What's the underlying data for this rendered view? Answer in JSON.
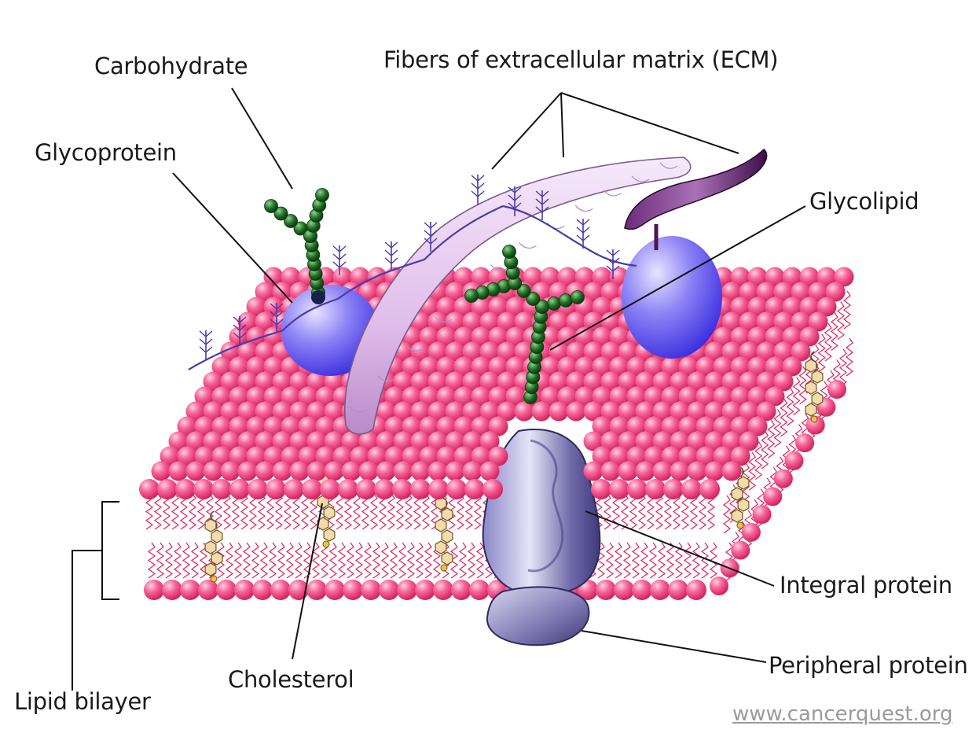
{
  "labels": {
    "carbohydrate": "Carbohydrate",
    "ecm": "Fibers of extracellular matrix (ECM)",
    "glycoprotein": "Glycoprotein",
    "glycolipid": "Glycolipid",
    "integral_protein": "Integral protein",
    "peripheral_protein": "Peripheral protein",
    "cholesterol": "Cholesterol",
    "lipid_bilayer": "Lipid bilayer"
  },
  "credit": "www.cancerquest.org",
  "colors": {
    "phospholipid_head": "#f0457c",
    "phospholipid_tail": "#e0245e",
    "protein": "#6a5cf0",
    "carbohydrate_chain": "#1f6b22",
    "ecm_fiber": "#e6c9ef",
    "cholesterol": "#f2dcaa"
  }
}
